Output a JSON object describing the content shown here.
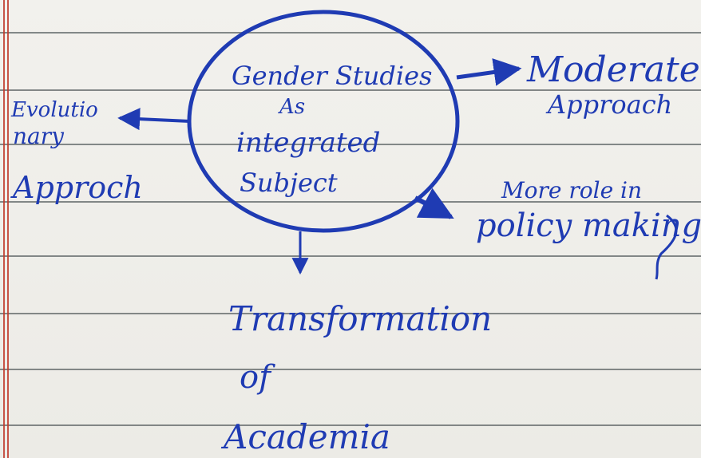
{
  "diagram": {
    "ink_color": "#1f3bb3",
    "center": {
      "lines": [
        "Gender Studies",
        "As",
        "integrated",
        "Subject"
      ]
    },
    "right_top": {
      "lines": [
        "Moderate",
        "Approach"
      ]
    },
    "left": {
      "lines": [
        "Evolutio",
        "nary",
        "Approch"
      ]
    },
    "right_bottom": {
      "lines": [
        "More role in",
        "policy making"
      ]
    },
    "bottom": {
      "lines": [
        "Transformation",
        "of",
        "Academia"
      ]
    }
  }
}
